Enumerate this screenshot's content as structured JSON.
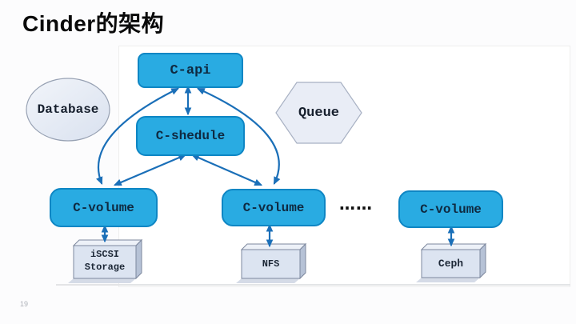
{
  "title": "Cinder的架构",
  "page_number": "19",
  "diagram": {
    "c_api": {
      "label": "C-api"
    },
    "c_shedule": {
      "label": "C-shedule"
    },
    "database": {
      "label": "Database"
    },
    "queue": {
      "label": "Queue"
    },
    "c_volume_1": {
      "label": "C-volume"
    },
    "c_volume_2": {
      "label": "C-volume"
    },
    "c_volume_3": {
      "label": "C-volume"
    },
    "ellipsis": {
      "label": "……"
    },
    "iscsi_storage": {
      "line1": "iSCSI",
      "line2": "Storage"
    },
    "nfs": {
      "label": "NFS"
    },
    "ceph": {
      "label": "Ceph"
    },
    "colors": {
      "node_fill": "#29abe2",
      "node_border": "#0e86c4",
      "node_text": "#0f2940",
      "arrow_blue": "#1a6fb8",
      "shape_fill": "#e9edf6",
      "shape_border": "#a0aabd",
      "cube_front": "#dce4f1",
      "cube_top": "#edf1f8",
      "cube_side": "#b6c2d6",
      "title_text": "#0a0a0a",
      "divider_gray": "#e3e4e6"
    }
  }
}
